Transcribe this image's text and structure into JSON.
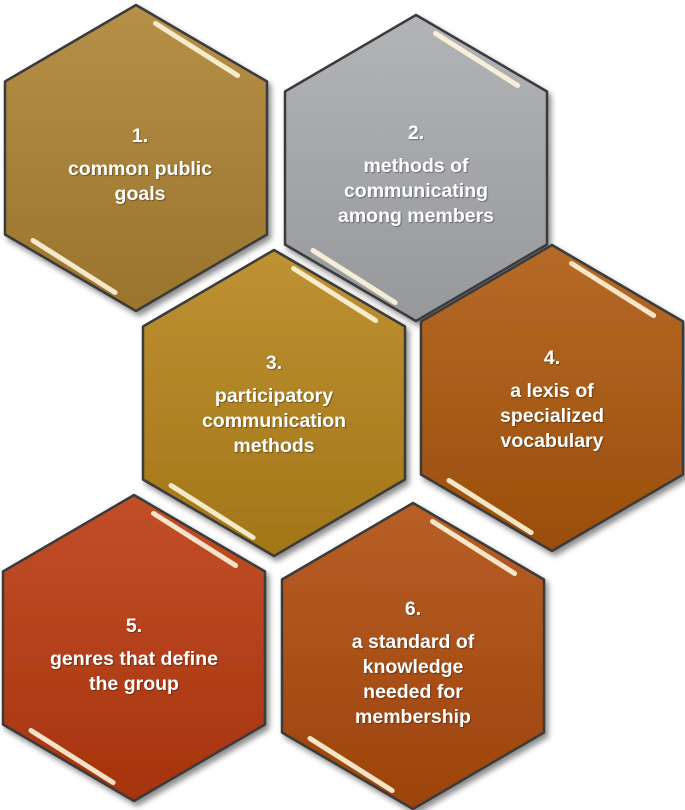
{
  "hexagons": [
    {
      "number": "1.",
      "text": "common public\ngoals",
      "color": "#a8823a"
    },
    {
      "number": "2.",
      "text": "methods of\ncommunicating\namong members",
      "color": "#a4a6a9"
    },
    {
      "number": "3.",
      "text": "participatory\ncommunication\nmethods",
      "color": "#b08425"
    },
    {
      "number": "4.",
      "text": "a lexis of\nspecialized\nvocabulary",
      "color": "#a85c19"
    },
    {
      "number": "5.",
      "text": "genres that define\nthe group",
      "color": "#b4411b"
    },
    {
      "number": "6.",
      "text": "a standard of\nknowledge\nneeded for\nmembership",
      "color": "#aa5119"
    }
  ],
  "colors": {
    "outline": "#3a3a3a",
    "highlight": "#fff6dc"
  }
}
